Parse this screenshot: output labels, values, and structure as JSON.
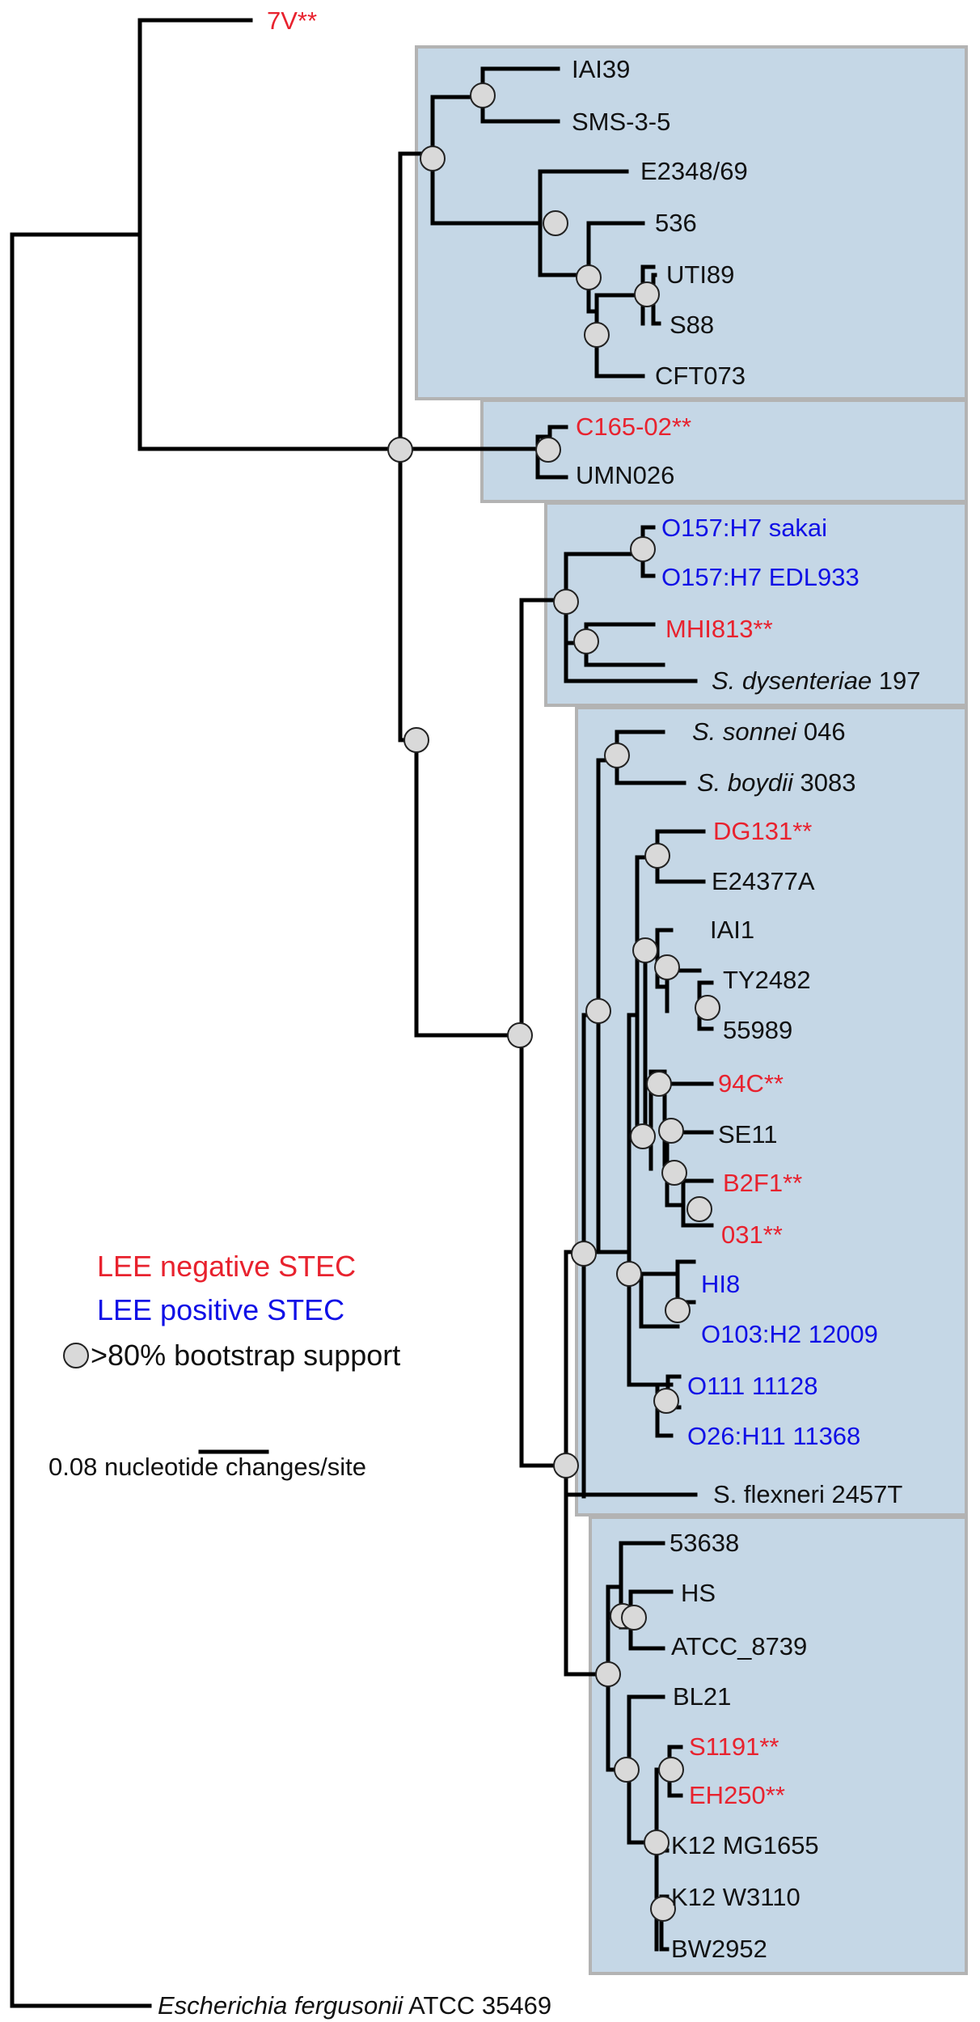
{
  "taxa": {
    "t7v": "7V**",
    "iai39": "IAI39",
    "sms35": "SMS-3-5",
    "e2348": "E2348/69",
    "s536": "536",
    "uti89": "UTI89",
    "s88": "S88",
    "cft073": "CFT073",
    "c165": "C165-02**",
    "umn026": "UMN026",
    "o157sakai": "O157:H7 sakai",
    "o157edl": "O157:H7 EDL933",
    "mhi813": "MHI813**",
    "sdys_species": "S. dysenteriae",
    "sdys_strain": " 197",
    "sson_species": "S. sonnei",
    "sson_strain": " 046",
    "sboy_species": "S. boydii",
    "sboy_strain": " 3083",
    "dg131": "DG131**",
    "e24377a": "E24377A",
    "iai1": "IAI1",
    "ty2482": "TY2482",
    "s55989": "55989",
    "s94c": "94C**",
    "se11": "SE11",
    "b2f1": "B2F1**",
    "s031": "031**",
    "hi8": "HI8",
    "o103": "O103:H2 12009",
    "o111": "O111 11128",
    "o26": "O26:H11 11368",
    "sflex": "S. flexneri 2457T",
    "s53638": "53638",
    "hs": "HS",
    "atcc8739": "ATCC_8739",
    "bl21": "BL21",
    "s1191": "S1191**",
    "eh250": "EH250**",
    "k12mg": "K12 MG1655",
    "k12w": "K12 W3110",
    "bw2952": "BW2952",
    "ferg_species": "Escherichia fergusonii",
    "ferg_strain": " ATCC 35469"
  },
  "legend": {
    "lee_negative": "LEE negative STEC",
    "lee_positive": "LEE positive STEC",
    "bootstrap": ">80% bootstrap support"
  },
  "scale_bar": {
    "label": "0.08 nucleotide changes/site"
  },
  "colors": {
    "lee_negative": "#e8222e",
    "lee_positive": "#1010e6",
    "clade_fill": "#c5d7e6",
    "node_fill": "#d9d9d9"
  }
}
